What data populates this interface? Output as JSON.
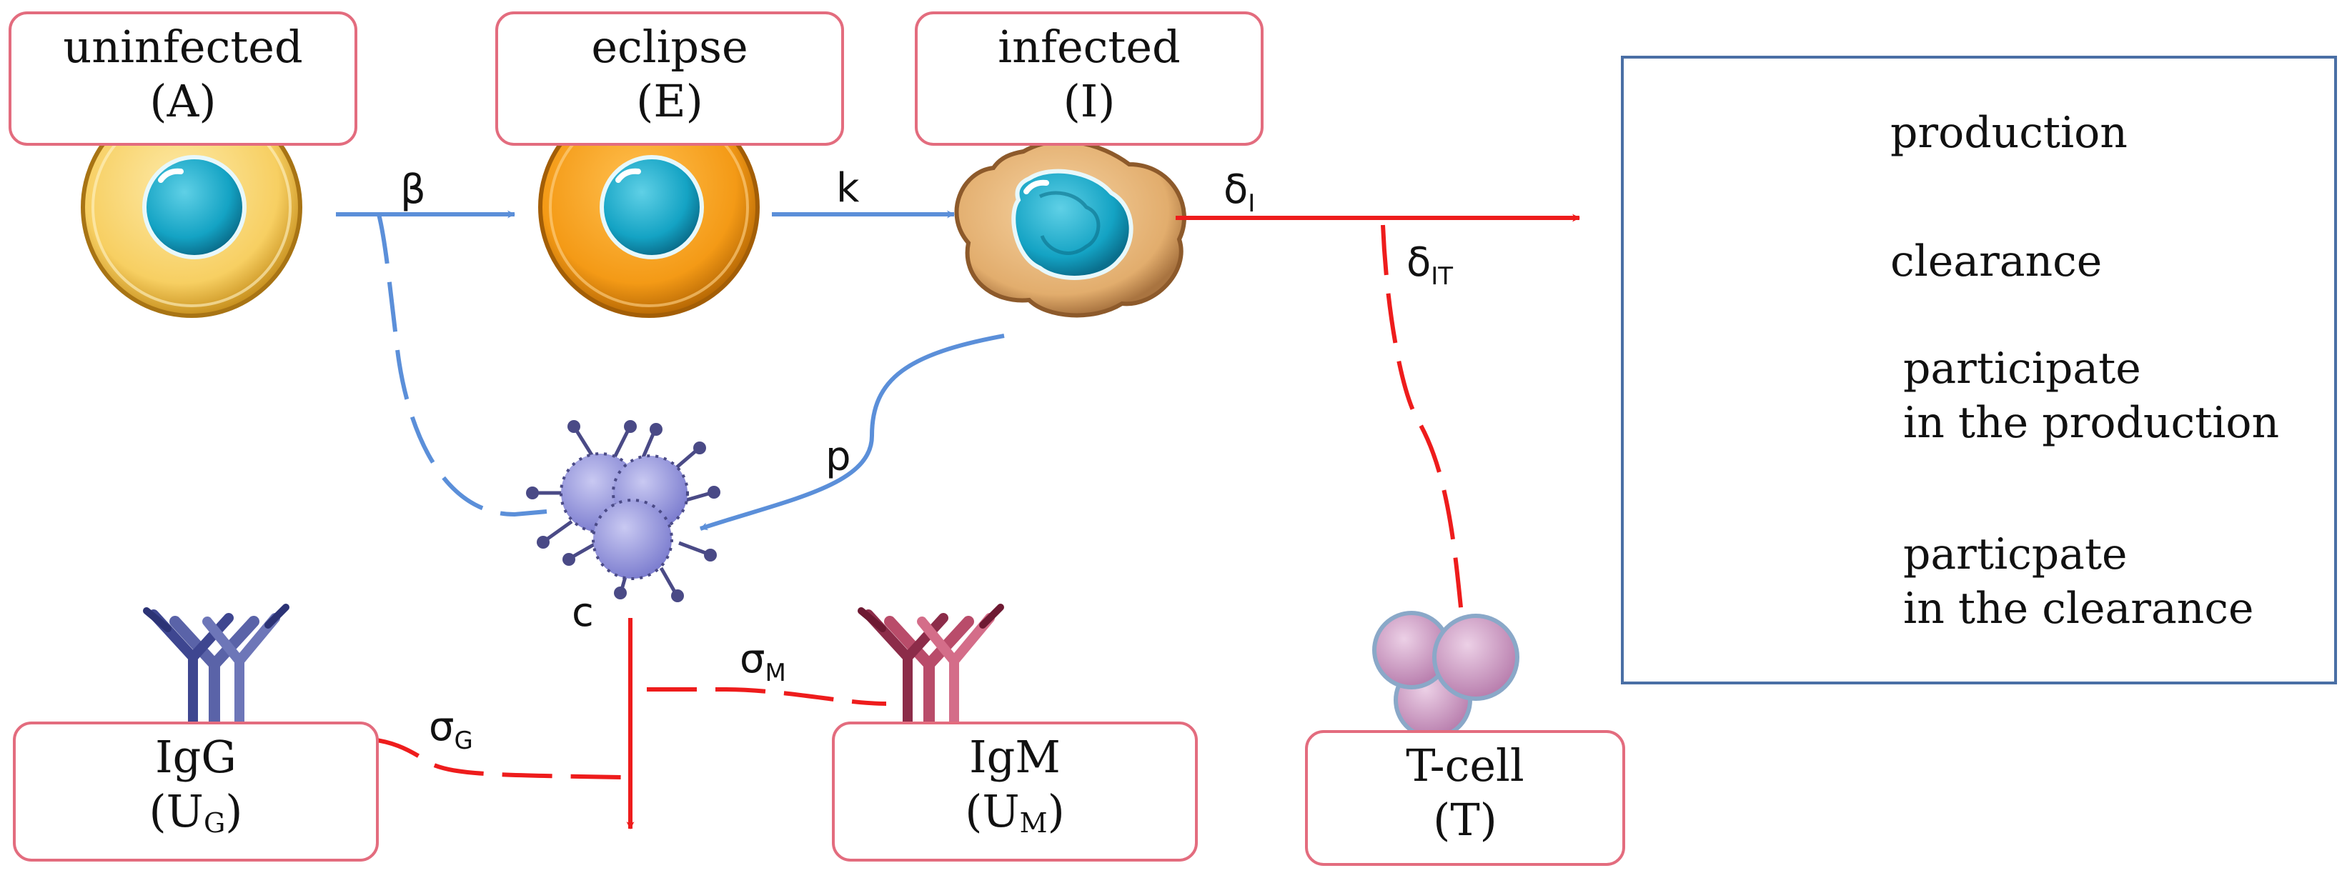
{
  "boxes": {
    "uninfected": {
      "name": "uninfected",
      "sym": "(A)"
    },
    "eclipse": {
      "name": "eclipse",
      "sym": "(E)"
    },
    "infected": {
      "name": "infected",
      "sym": "(I)"
    },
    "igg": {
      "name": "IgG",
      "sym_open": "(U",
      "sym_sub": "G",
      "sym_close": ")"
    },
    "igm": {
      "name": "IgM",
      "sym_open": "(U",
      "sym_sub": "M",
      "sym_close": ")"
    },
    "tcell": {
      "name": "T-cell",
      "sym": "(T)"
    }
  },
  "rates": {
    "beta": "β",
    "k": "k",
    "delta_i": {
      "base": "δ",
      "sub": "I"
    },
    "delta_it": {
      "base": "δ",
      "sub": "IT"
    },
    "p": "p",
    "c": "c",
    "sigma_m": {
      "base": "σ",
      "sub": "M"
    },
    "sigma_g": {
      "base": "σ",
      "sub": "G"
    }
  },
  "legend": {
    "production": "production",
    "clearance": "clearance",
    "participate_production": [
      "participate",
      "in the production"
    ],
    "participate_clearance": [
      "particpate",
      "in the clearance"
    ]
  },
  "colors": {
    "production": "#5b8fd9",
    "clearance": "#ee1c1c",
    "box_border": "#e36c7e",
    "legend_border": "#4a6fa5"
  }
}
